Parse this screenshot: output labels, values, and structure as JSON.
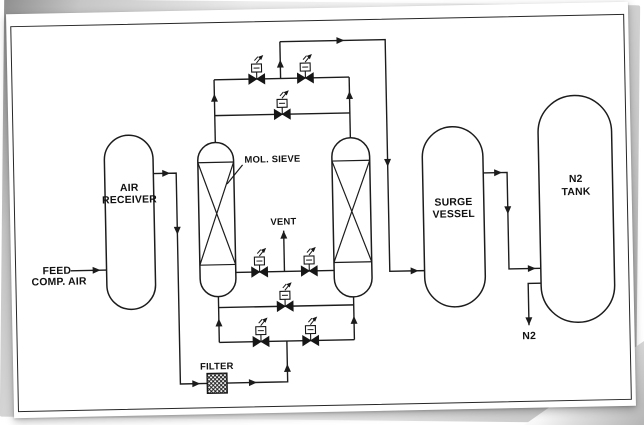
{
  "colors": {
    "line": "#1c1c1c",
    "paper": "#ffffff",
    "frame_border": "#262626",
    "backdrop_gray": "#9a9a9a"
  },
  "labels": {
    "feed_line1": "FEED",
    "feed_line2": "COMP. AIR",
    "air_receiver_line1": "AIR",
    "air_receiver_line2": "RECEIVER",
    "mol_sieve": "MOL. SIEVE",
    "vent": "VENT",
    "filter": "FILTER",
    "surge_line1": "SURGE",
    "surge_line2": "VESSEL",
    "n2_tank_line1": "N2",
    "n2_tank_line2": "TANK",
    "n2_product": "N2"
  }
}
